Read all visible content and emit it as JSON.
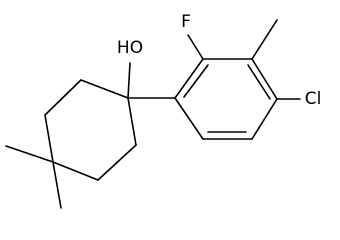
{
  "labels": {
    "hydroxyl": "HO",
    "fluorine": "F",
    "chlorine": "Cl"
  }
}
